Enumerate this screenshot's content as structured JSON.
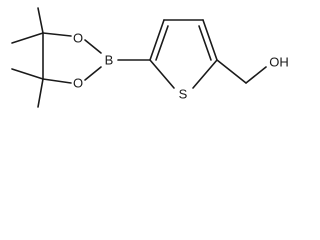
{
  "molecule": {
    "atoms": {
      "boron": "B",
      "ring_oxygen_top": "O",
      "ring_oxygen_bottom": "O",
      "sulfur": "S",
      "hydroxyl": "OH"
    }
  },
  "colors": {
    "bond": "#1a1a1a",
    "label": "#1a1a1a",
    "background": "#ffffff"
  }
}
